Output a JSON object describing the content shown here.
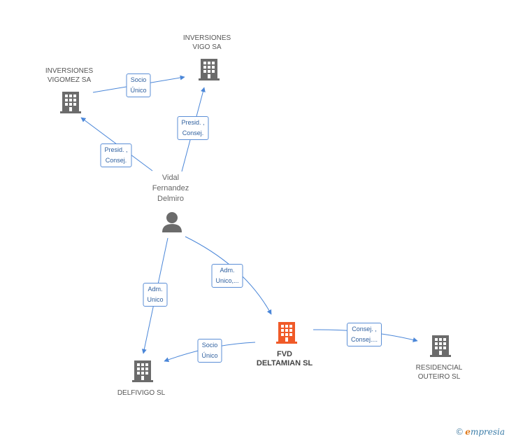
{
  "nodes": {
    "inversiones_vigo": {
      "label_lines": [
        "INVERSIONES",
        "VIGO SA"
      ],
      "kind": "company",
      "color": "#6b6b6b"
    },
    "inversiones_vigomez": {
      "label_lines": [
        "INVERSIONES",
        "VIGOMEZ SA"
      ],
      "kind": "company",
      "color": "#6b6b6b"
    },
    "vidal": {
      "label_lines": [
        "Vidal",
        "Fernandez",
        "Delmiro"
      ],
      "kind": "person",
      "color": "#6b6b6b"
    },
    "fvd": {
      "label_lines": [
        "FVD",
        "DELTAMIAN SL"
      ],
      "kind": "company",
      "color": "#f05a28"
    },
    "delfivigo": {
      "label_lines": [
        "DELFIVIGO SL"
      ],
      "kind": "company",
      "color": "#6b6b6b"
    },
    "residencial": {
      "label_lines": [
        "RESIDENCIAL",
        "OUTEIRO SL"
      ],
      "kind": "company",
      "color": "#6b6b6b"
    }
  },
  "edges": {
    "vigomez_vigo": [
      "Socio",
      "Único"
    ],
    "vidal_vigo": [
      "Presid. ,",
      "Consej."
    ],
    "vidal_vigomez": [
      "Presid. ,",
      "Consej."
    ],
    "vidal_fvd": [
      "Adm.",
      "Unico,..."
    ],
    "vidal_delfivigo": [
      "Adm.",
      "Unico"
    ],
    "fvd_delfivigo": [
      "Socio",
      "Único"
    ],
    "fvd_residencial": [
      "Consej. ,",
      "Consej...."
    ]
  },
  "colors": {
    "edge": "#4a86d8",
    "company": "#6b6b6b",
    "highlight": "#f05a28"
  },
  "brand": {
    "copyright": "©",
    "name_first": "e",
    "name_rest": "mpresia"
  }
}
